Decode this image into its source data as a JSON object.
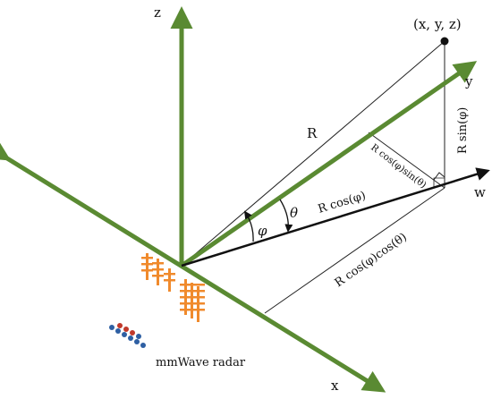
{
  "diagram": {
    "point_label": "(x, y, z)",
    "axes": {
      "x": "x",
      "y": "y",
      "z": "z",
      "w": "w"
    },
    "lengths": {
      "radius": "R",
      "vertical": "R sin(φ)",
      "projection": "R cos(φ)",
      "y_component": "R cos(φ)sin(θ)",
      "x_component": "R cos(φ)cos(θ)"
    },
    "angles": {
      "elevation": "φ",
      "azimuth": "θ"
    },
    "radar_label": "mmWave radar"
  },
  "colors": {
    "axis_green": "#5a8a32",
    "vector_black": "#111111",
    "antenna_orange": "#f08a2c",
    "dot_red": "#c0392b",
    "dot_blue": "#2e5fa3"
  }
}
